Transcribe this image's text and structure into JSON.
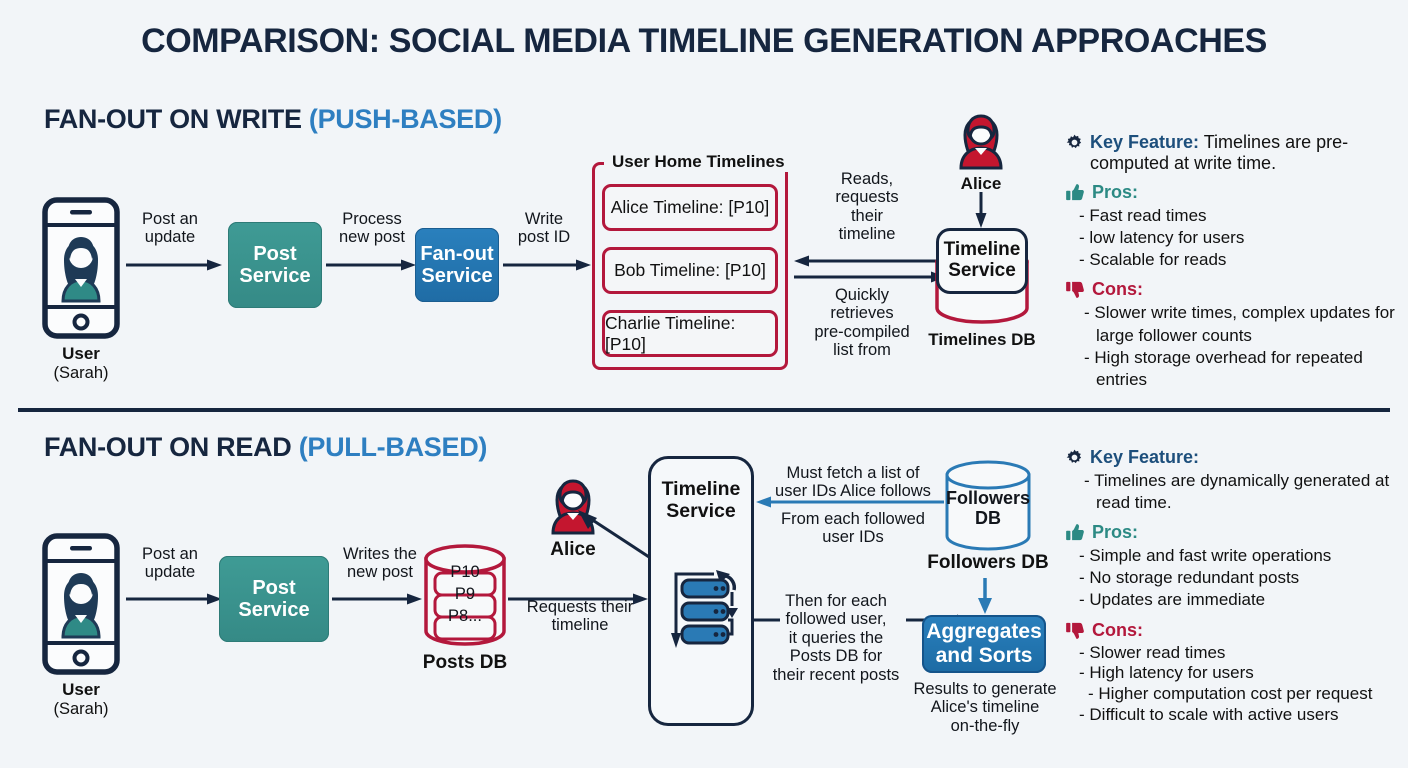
{
  "title": "COMPARISON: SOCIAL MEDIA TIMELINE GENERATION APPROACHES",
  "colors": {
    "background": "#f2f5f8",
    "navy": "#16263f",
    "accent_blue": "#2e7fc1",
    "teal": "#3f9b95",
    "blue": "#2a80bd",
    "crimson": "#b3183c",
    "red_avatar": "#c4162f"
  },
  "top": {
    "heading_main": "FAN-OUT ON WRITE ",
    "heading_paren": "(PUSH-BASED)",
    "user": {
      "label": "User",
      "sub": "(Sarah)",
      "icon": "phone-user-icon"
    },
    "arrow1_label": "Post an\nupdate",
    "post_service": "Post\nService",
    "arrow2_label": "Process\nnew post",
    "fanout_service": "Fan-out\nService",
    "arrow3_label": "Write\npost ID",
    "timelines_group_title": "User Home Timelines",
    "timelines": [
      "Alice Timeline: [P10]",
      "Bob Timeline: [P10]",
      "Charlie Timeline: [P10]"
    ],
    "reads_label": "Reads,\nrequests\ntheir\ntimeline",
    "retrieves_label": "Quickly\nretrieves\npre-compiled\nlist from",
    "alice": "Alice",
    "timeline_service": "Timeline\nService",
    "timelines_db": "Timelines DB"
  },
  "bottom": {
    "heading_main": "FAN-OUT ON READ ",
    "heading_paren": "(PULL-BASED)",
    "user": {
      "label": "User",
      "sub": "(Sarah)",
      "icon": "phone-user-icon"
    },
    "arrow1_label": "Post an\nupdate",
    "post_service": "Post\nService",
    "arrow2_label": "Writes the\nnew post",
    "posts_db_items": [
      "P10",
      "P9",
      "P8..."
    ],
    "posts_db": "Posts DB",
    "alice": "Alice",
    "requests_label": "Requests their\ntimeline",
    "timeline_service": "Timeline\nService",
    "must_fetch_label": "Must fetch a list of\nuser IDs Alice follows",
    "from_each_label": "From each followed\nuser IDs",
    "followers_db_inner": "Followers\nDB",
    "followers_db": "Followers DB",
    "then_for_each_label": "Then for each\nfollowed user,\nit queries the\nPosts DB for\ntheir recent posts",
    "aggregates": "Aggregates\nand Sorts",
    "results_label": "Results to generate\nAlice's timeline\non-the-fly"
  },
  "panel_top": {
    "key_feature_label": "Key Feature:",
    "key_feature_text": " Timelines are pre-computed at write time.",
    "pros_label": "Pros:",
    "pros": [
      "- Fast read times",
      "- low latency for users",
      "- Scalable for reads"
    ],
    "cons_label": "Cons:",
    "cons": [
      "- Slower write times, complex updates for large follower counts",
      "- High storage overhead for repeated entries"
    ],
    "gear_icon": "gear-icon",
    "thumbs_up_icon": "thumbs-up-icon",
    "thumbs_down_icon": "thumbs-down-icon"
  },
  "panel_bottom": {
    "key_feature_label": "Key Feature:",
    "key_feature_items": [
      "- Timelines are dynamically generated at read time."
    ],
    "pros_label": "Pros:",
    "pros": [
      "- Simple and fast write operations",
      "- No storage redundant posts",
      "- Updates are immediate"
    ],
    "cons_label": "Cons:",
    "cons": [
      "- Slower read times",
      "- High latency for users",
      "- Higher computation cost per request",
      "- Difficult to scale with active users"
    ],
    "gear_icon": "gear-icon",
    "thumbs_up_icon": "thumbs-up-icon",
    "thumbs_down_icon": "thumbs-down-icon"
  }
}
